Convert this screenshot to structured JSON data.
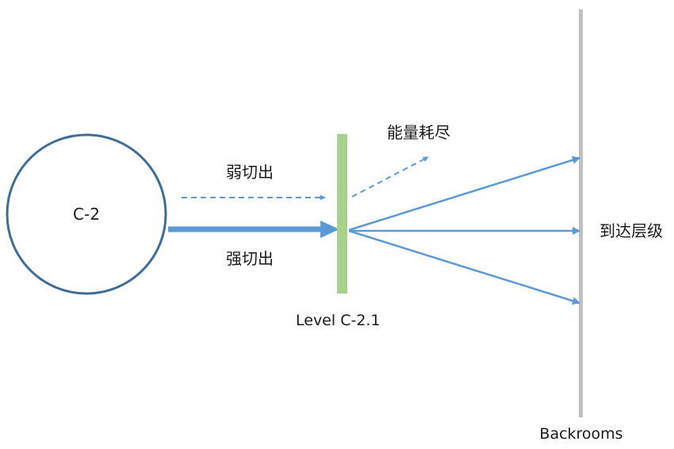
{
  "diagram": {
    "source_node": {
      "label": "C-2"
    },
    "weak_exit": {
      "label": "弱切出"
    },
    "strong_exit": {
      "label": "强切出"
    },
    "exhausted": {
      "label": "能量耗尽"
    },
    "barrier": {
      "label": "Level C-2.1"
    },
    "arrival": {
      "label": "到达层级"
    },
    "wall": {
      "label": "Backrooms"
    },
    "colors": {
      "circle_stroke": "#3f6d96",
      "arrow": "#5b9bd5",
      "barrier": "#a9d18e",
      "wall": "#c0c0c0"
    }
  }
}
